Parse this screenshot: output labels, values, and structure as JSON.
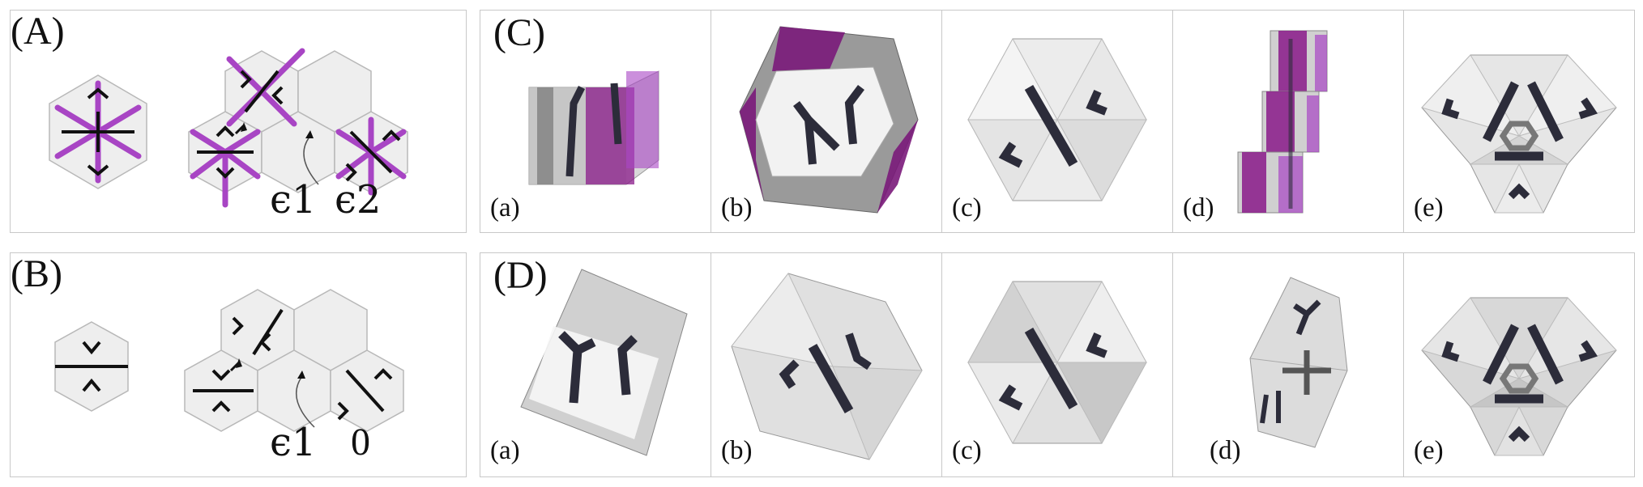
{
  "panels": {
    "A": {
      "label": "(A)",
      "eps1": "ϵ1",
      "eps2": "ϵ2"
    },
    "B": {
      "label": "(B)",
      "eps1": "ϵ1",
      "zero": "0"
    },
    "C": {
      "label": "(C)",
      "cells": [
        "(a)",
        "(b)",
        "(c)",
        "(d)",
        "(e)"
      ]
    },
    "D": {
      "label": "(D)",
      "cells": [
        "(a)",
        "(b)",
        "(c)",
        "(d)",
        "(e)"
      ]
    }
  },
  "colors": {
    "purple": "#a845c4",
    "dark_bar": "#3a3a4a",
    "hex_fill": "#eeeeee",
    "hex_stroke": "#b8b8b8",
    "cube_fill": "#d0d0d0",
    "magenta": "#8a1a8a"
  }
}
